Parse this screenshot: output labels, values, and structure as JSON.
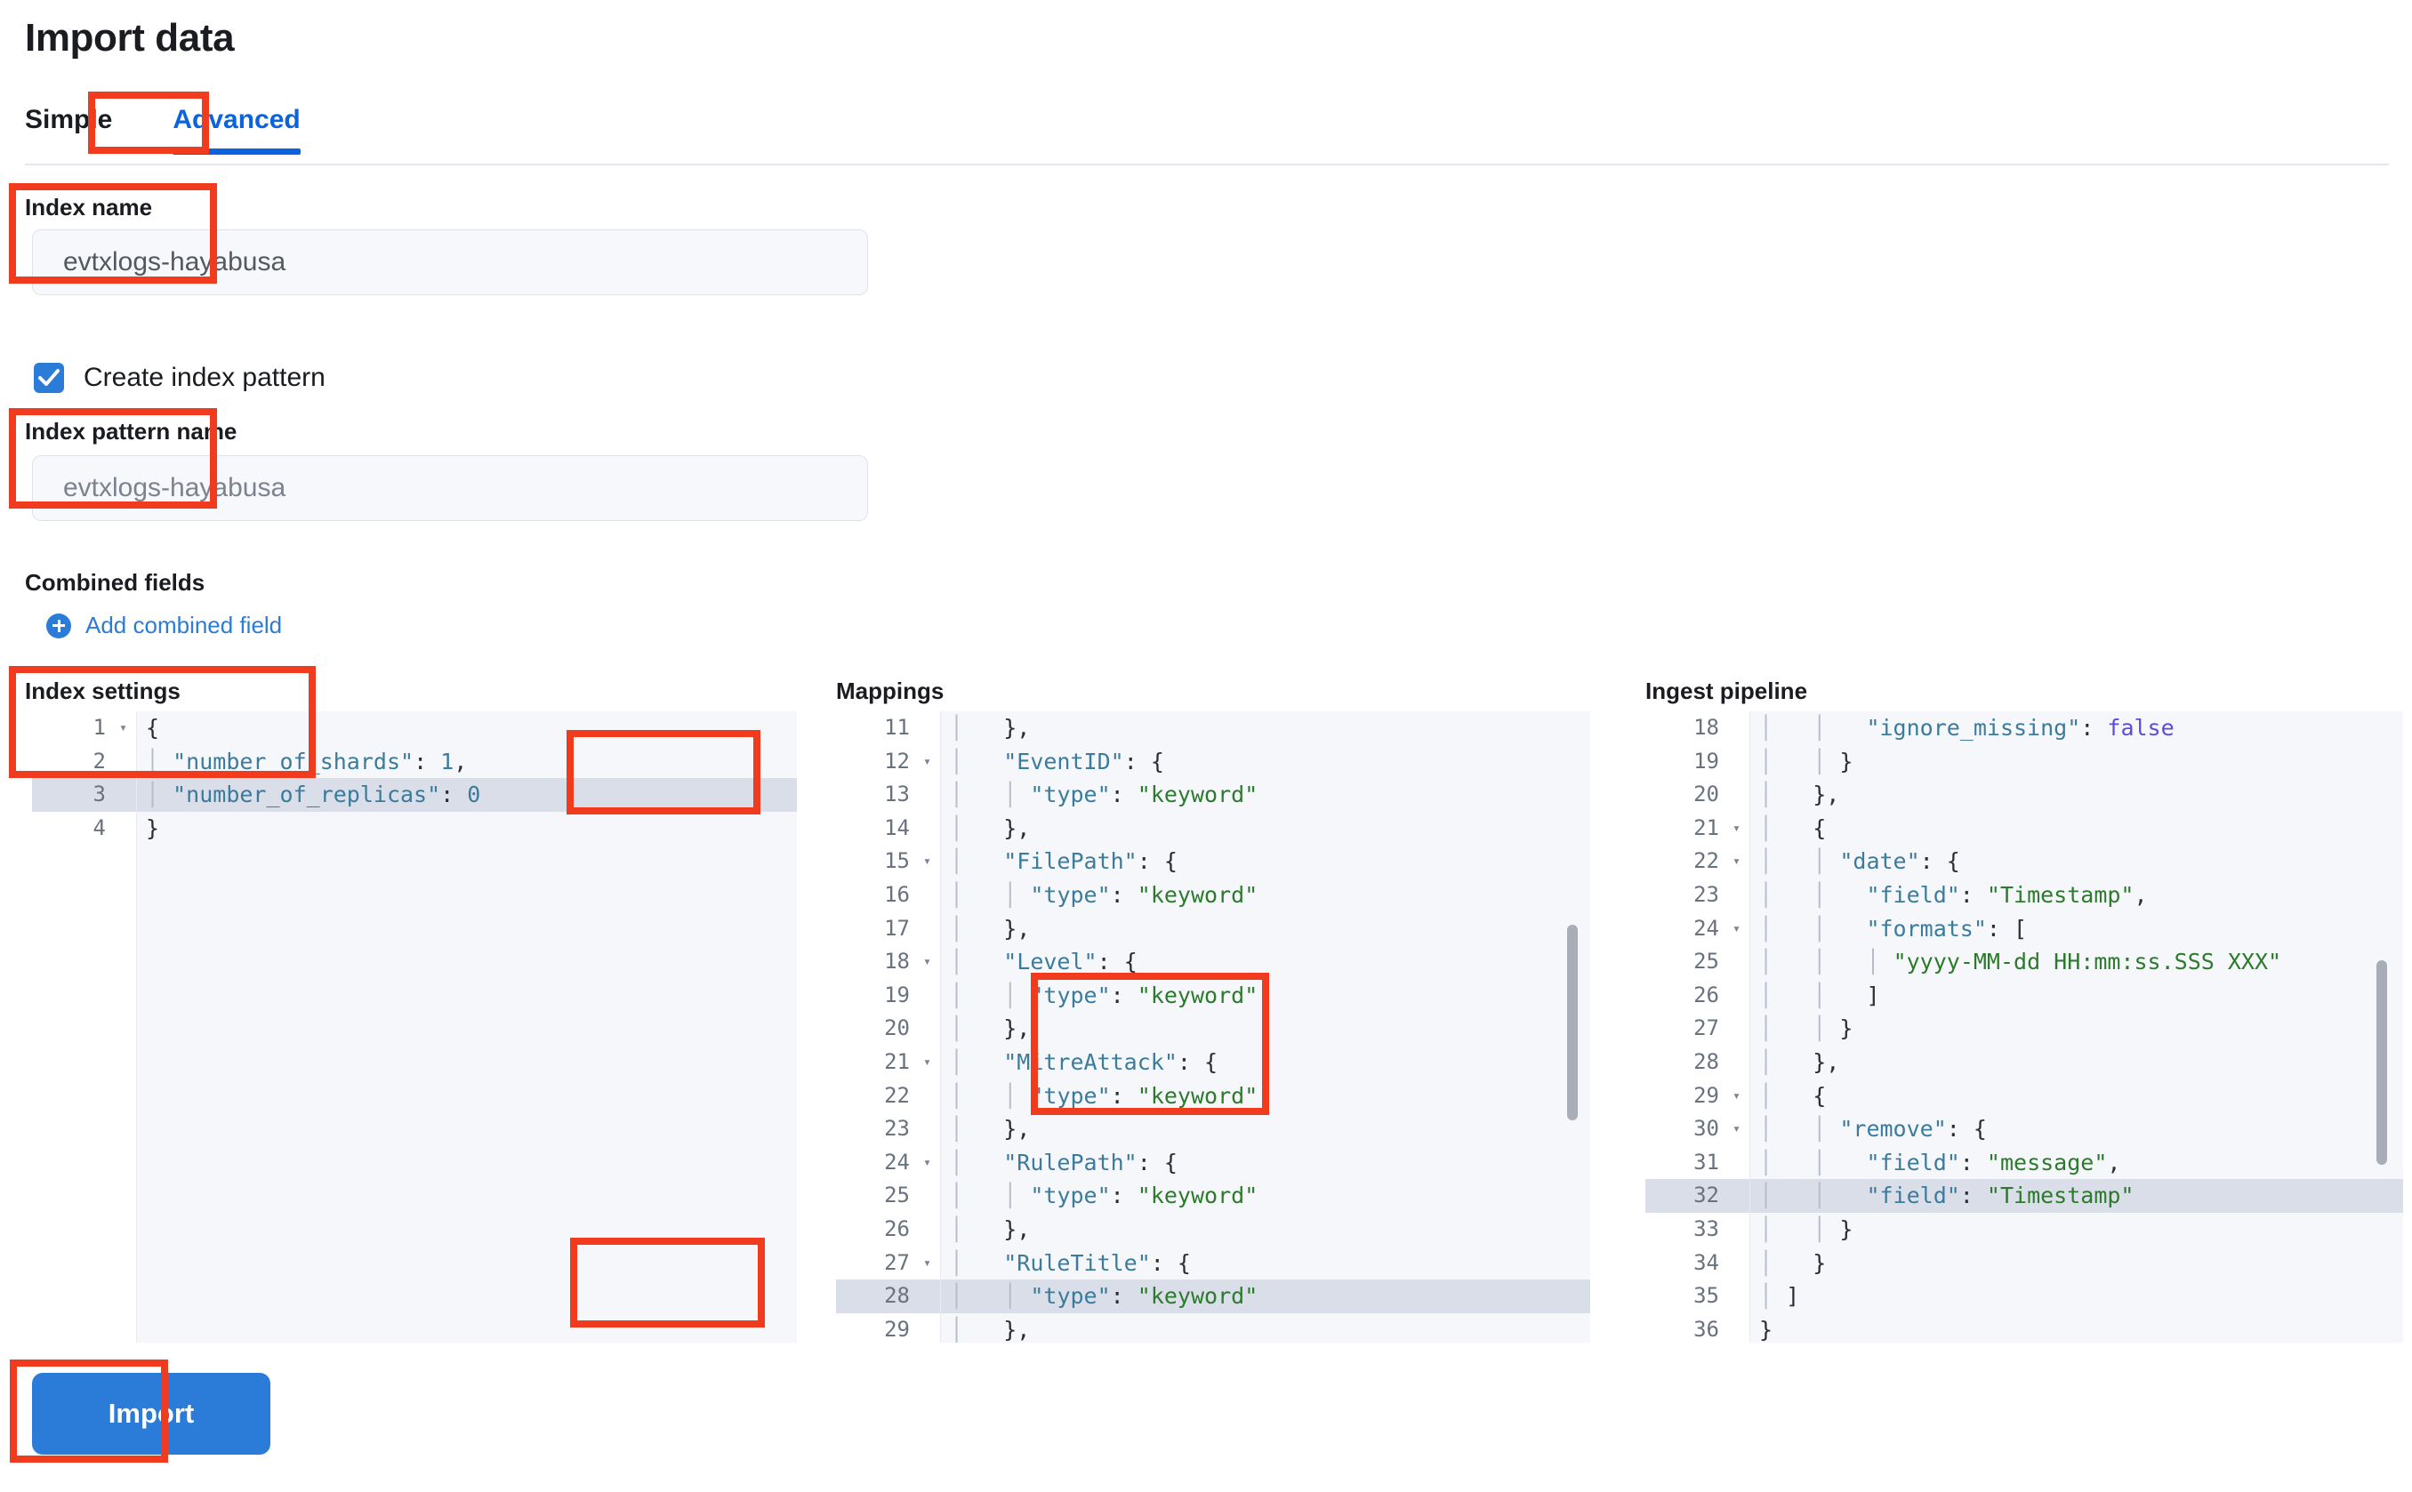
{
  "page": {
    "title": "Import data"
  },
  "tabs": [
    {
      "label": "Simple",
      "active": false
    },
    {
      "label": "Advanced",
      "active": true
    }
  ],
  "form": {
    "index_name": {
      "label": "Index name",
      "value": "evtxlogs-hayabusa"
    },
    "create_index_pattern": {
      "label": "Create index pattern",
      "checked": true
    },
    "index_pattern_name": {
      "label": "Index pattern name",
      "placeholder": "evtxlogs-hayabusa"
    },
    "combined_fields": {
      "label": "Combined fields",
      "add_label": "Add combined field"
    }
  },
  "editors": {
    "index_settings": {
      "title": "Index settings",
      "first_line": 1,
      "active_line": 3,
      "folds": [
        1
      ],
      "lines": [
        "{",
        "  \"number_of_shards\": 1,",
        "  \"number_of_replicas\": 0",
        "}"
      ]
    },
    "mappings": {
      "title": "Mappings",
      "first_line": 11,
      "active_line": 28,
      "folds": [
        12,
        15,
        18,
        21,
        24,
        27
      ],
      "lines": [
        "    },",
        "    \"EventID\": {",
        "      \"type\": \"keyword\"",
        "    },",
        "    \"FilePath\": {",
        "      \"type\": \"keyword\"",
        "    },",
        "    \"Level\": {",
        "      \"type\": \"keyword\"",
        "    },",
        "    \"MitreAttack\": {",
        "      \"type\": \"keyword\"",
        "    },",
        "    \"RulePath\": {",
        "      \"type\": \"keyword\"",
        "    },",
        "    \"RuleTitle\": {",
        "      \"type\": \"keyword\"",
        "    },"
      ]
    },
    "ingest_pipeline": {
      "title": "Ingest pipeline",
      "first_line": 18,
      "active_line": 32,
      "folds": [
        21,
        22,
        24,
        29,
        30
      ],
      "lines": [
        "        \"ignore_missing\": false",
        "      }",
        "    },",
        "    {",
        "      \"date\": {",
        "        \"field\": \"Timestamp\",",
        "        \"formats\": [",
        "          \"yyyy-MM-dd HH:mm:ss.SSS XXX\"",
        "        ]",
        "      }",
        "    },",
        "    {",
        "      \"remove\": {",
        "        \"field\": \"message\",",
        "        \"field\": \"Timestamp\"",
        "      }",
        "    }",
        "  ]",
        "}"
      ]
    }
  },
  "actions": {
    "import_label": "Import"
  },
  "colors": {
    "accent": "#2b7cd8",
    "tab_active": "#0b64dd",
    "annotation": "#f03b1e",
    "json_key": "#3b7b9b",
    "json_string": "#2c7a2c",
    "json_boolean": "#5b4cdb"
  }
}
